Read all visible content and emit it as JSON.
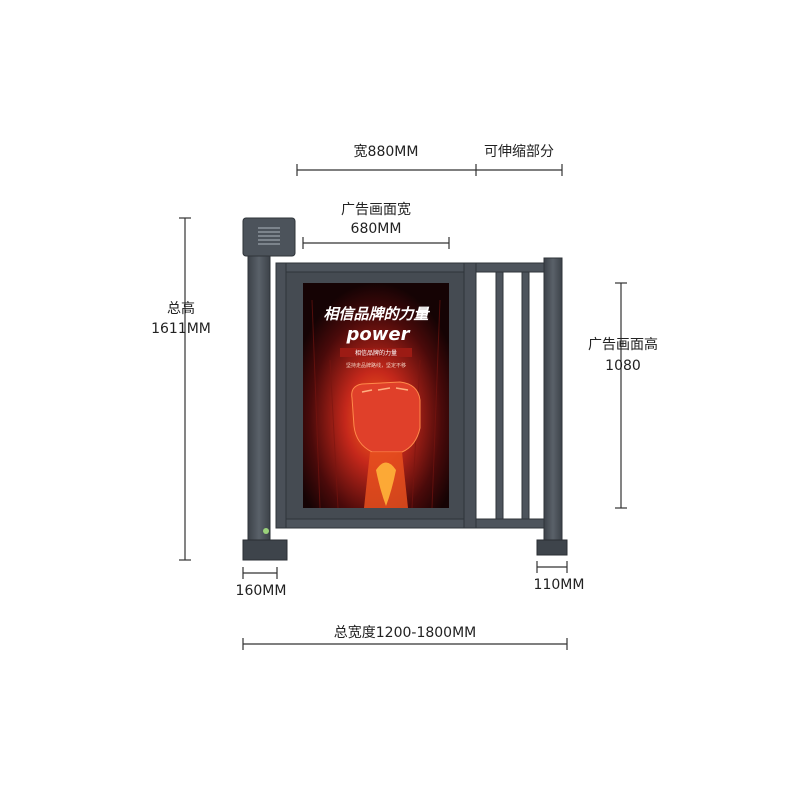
{
  "dimensions": {
    "top_width": "宽880MM",
    "extendable": "可伸缩部分",
    "ad_width_title": "广告画面宽",
    "ad_width_value": "680MM",
    "total_height_title": "总高",
    "total_height_value": "1611MM",
    "ad_height_title": "广告画面高",
    "ad_height_value": "1080",
    "left_base": "160MM",
    "right_base": "110MM",
    "total_width": "总宽度1200-1800MM"
  },
  "poster": {
    "headline": "相信品牌的力量",
    "word": "power",
    "tagline": "相信品牌的力量",
    "sub_line_1": "坚持走品牌路线，坚定不移"
  },
  "colors": {
    "frame": "#4a5058",
    "frame_dark": "#3a3f46",
    "poster_bg": "#1a0506",
    "poster_red": "#b8231b",
    "dimension_line": "#333333"
  }
}
